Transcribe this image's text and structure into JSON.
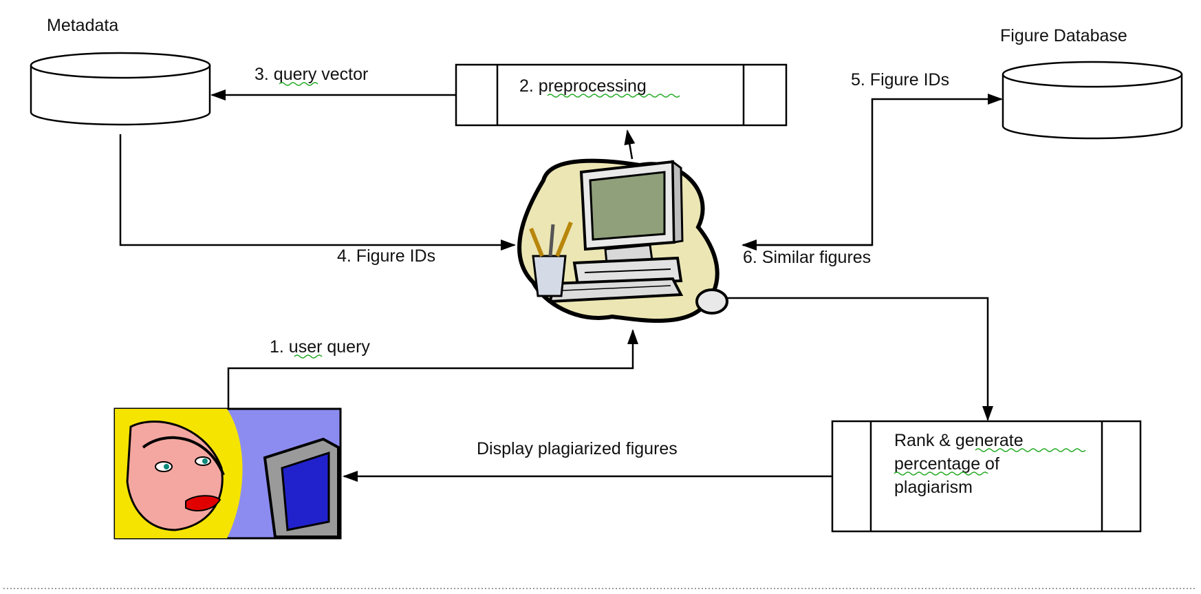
{
  "stores": {
    "metadata": {
      "label": "Metadata"
    },
    "figure_db": {
      "label": "Figure Database"
    }
  },
  "processes": {
    "preprocessing": {
      "label": "2. preprocessing"
    },
    "rank": {
      "lines": [
        "Rank & generate",
        "percentage  of",
        "plagiarism"
      ]
    }
  },
  "edges": {
    "user_query": "1. user query",
    "query_vector": "3. query vector",
    "figure_ids_meta": "4. Figure IDs",
    "figure_ids_db": "5. Figure IDs",
    "similar_figures": "6. Similar figures",
    "display": "Display plagiarized figures"
  },
  "colors": {
    "spellcheck": "#22aa22",
    "computer_blob": "#ece6b4",
    "monitor_screen": "#8fa07a",
    "user_bg": "#8c8cf0",
    "user_hair": "#f5e400",
    "user_skin": "#f4a6a0",
    "user_screen": "#2222cc"
  },
  "icons": {
    "computer": "desktop-computer-icon",
    "user": "user-at-computer-icon"
  }
}
